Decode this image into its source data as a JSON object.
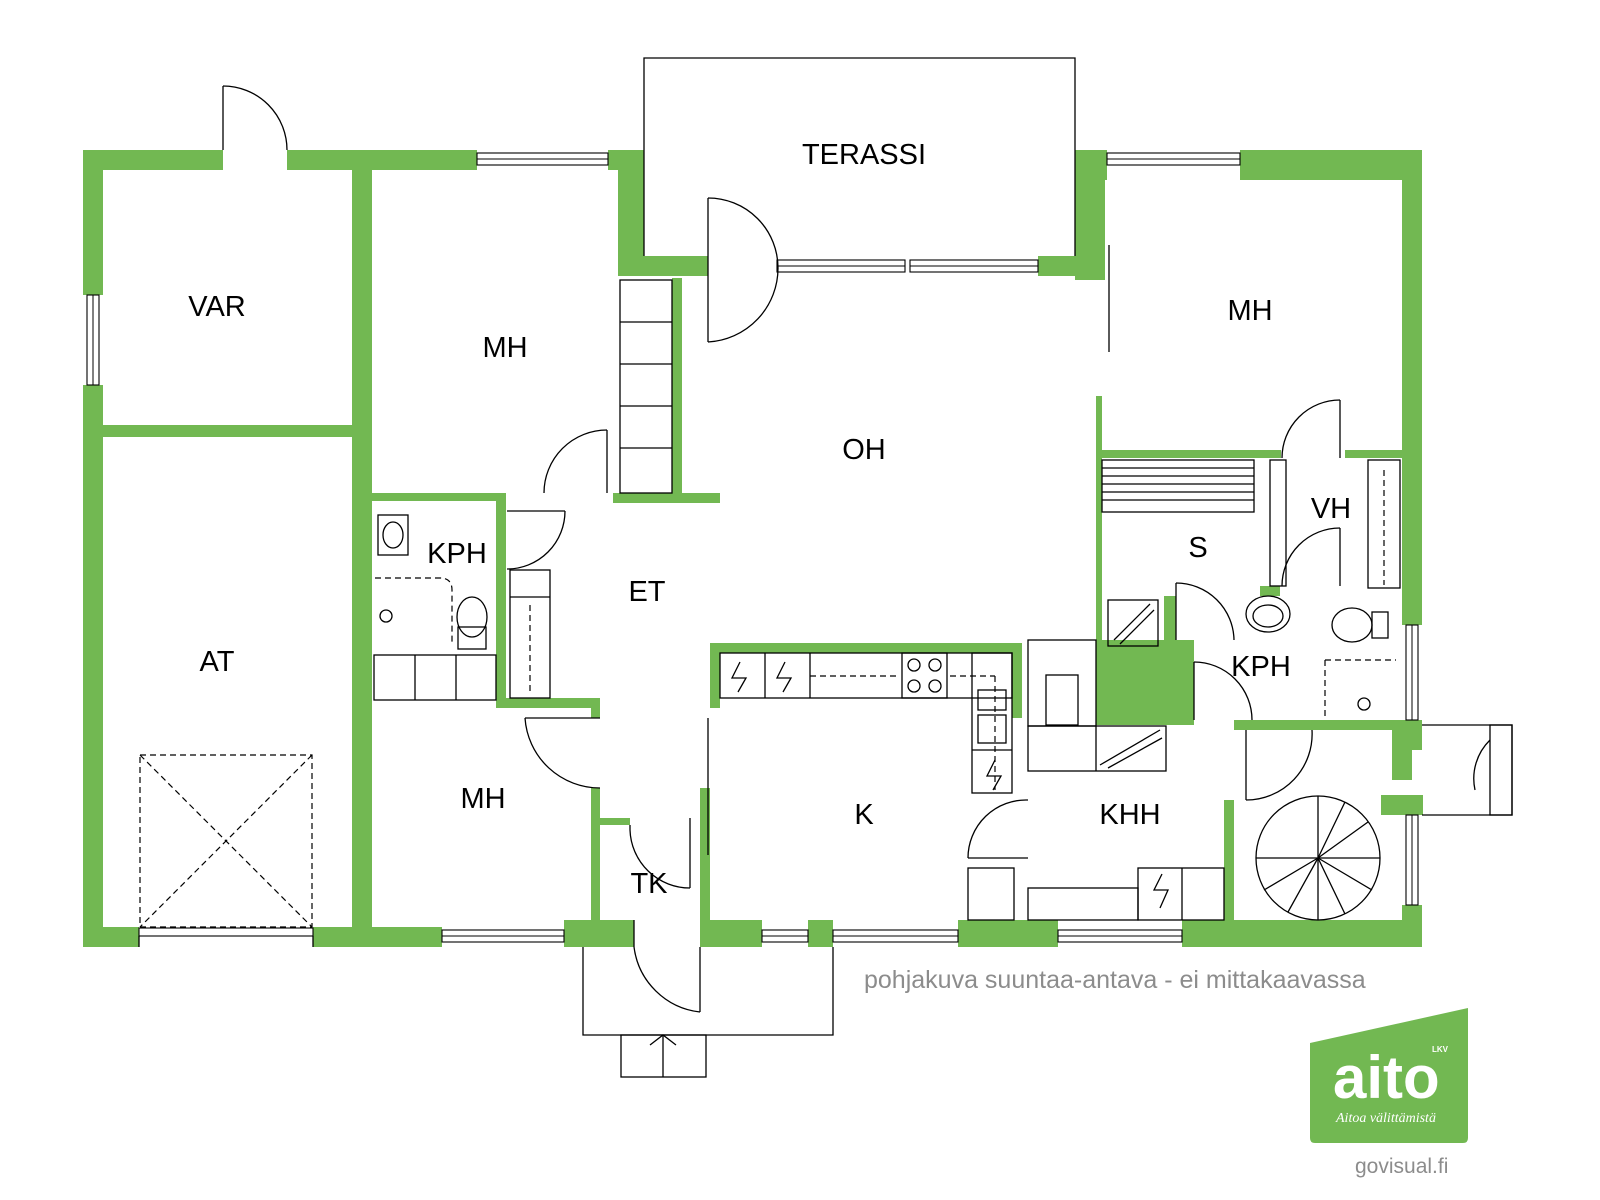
{
  "rooms": {
    "terassi": "TERASSI",
    "var": "VAR",
    "mh_top_left": "MH",
    "mh_top_right": "MH",
    "oh": "OH",
    "vh": "VH",
    "kph_left": "KPH",
    "s": "S",
    "et": "ET",
    "at": "AT",
    "kph_right": "KPH",
    "mh_bottom": "MH",
    "k": "K",
    "khh": "KHH",
    "tk": "TK"
  },
  "disclaimer": "pohjakuva suuntaa-antava - ei mittakaavassa",
  "credit": "govisual.fi",
  "logo": {
    "text": "aito",
    "lkv": "LKV",
    "slogan": "Aitoa välittämistä"
  },
  "colors": {
    "wall": "#72b852",
    "text": "#000000",
    "caption": "#8c8c8c"
  }
}
